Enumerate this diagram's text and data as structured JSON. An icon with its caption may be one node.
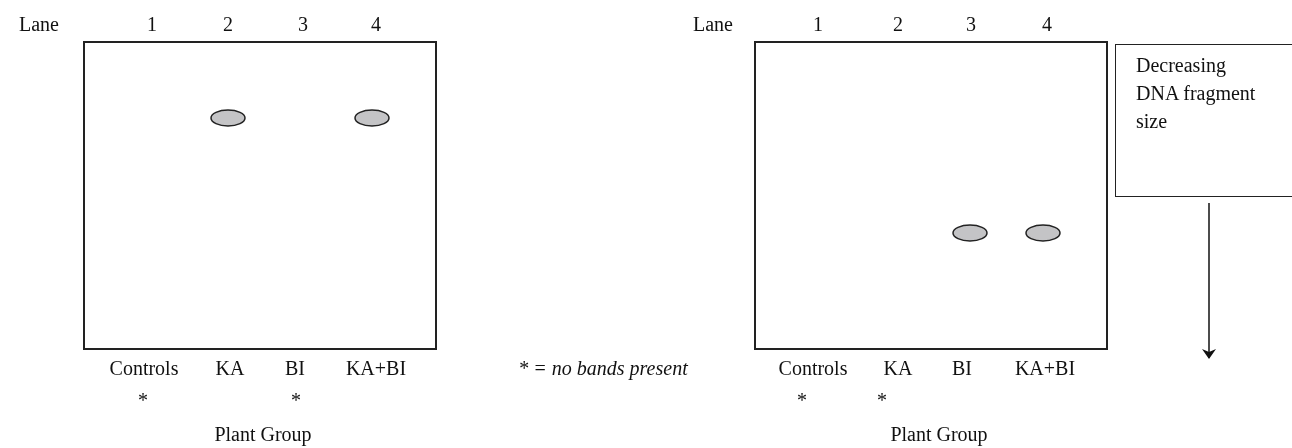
{
  "diagram": {
    "nodes": [
      {
        "text": [
          "Decreasing DNA fragment size"
        ]
      }
    ],
    "labels": [
      "Lane",
      "1",
      "2",
      "3",
      "4",
      "Lane",
      "1",
      "2",
      "3",
      "4",
      "Controls",
      "KA",
      "BI",
      "KA+BI",
      "* = no bands present",
      "Controls",
      "KA",
      "BI",
      "KA+BI",
      "*",
      "*",
      "*",
      "*",
      "Plant Group",
      "Plant Group"
    ]
  }
}
